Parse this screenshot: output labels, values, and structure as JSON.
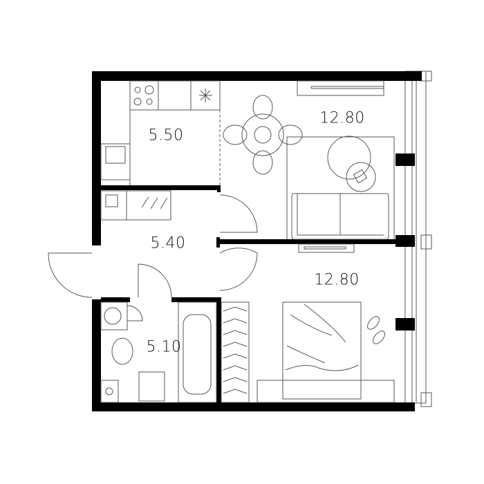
{
  "rooms": [
    {
      "id": "kitchen",
      "area": "5.50"
    },
    {
      "id": "living-room",
      "area": "12.80"
    },
    {
      "id": "hallway",
      "area": "5.40"
    },
    {
      "id": "bedroom",
      "area": "12.80"
    },
    {
      "id": "bathroom",
      "area": "5.10"
    }
  ],
  "colors": {
    "wall": "#000000",
    "lines": "#555555",
    "background": "#ffffff"
  }
}
